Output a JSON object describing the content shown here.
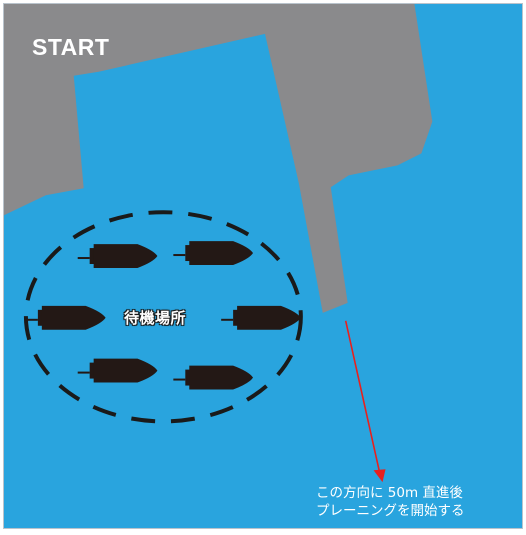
{
  "map": {
    "start_label": "START",
    "waiting_area_label": "待機場所",
    "instruction_line1": "この方向に 50m 直進後",
    "instruction_line2": "プレーニングを開始する",
    "boats_count": 6
  },
  "colors": {
    "water": "#29a4de",
    "land": "#8a8a8c",
    "boat": "#231815",
    "dash": "#1a1a1a",
    "arrow": "#e8201e",
    "text_light": "#ffffff"
  },
  "icons": {
    "boat": "boat-icon",
    "arrow": "arrow-down-icon"
  }
}
